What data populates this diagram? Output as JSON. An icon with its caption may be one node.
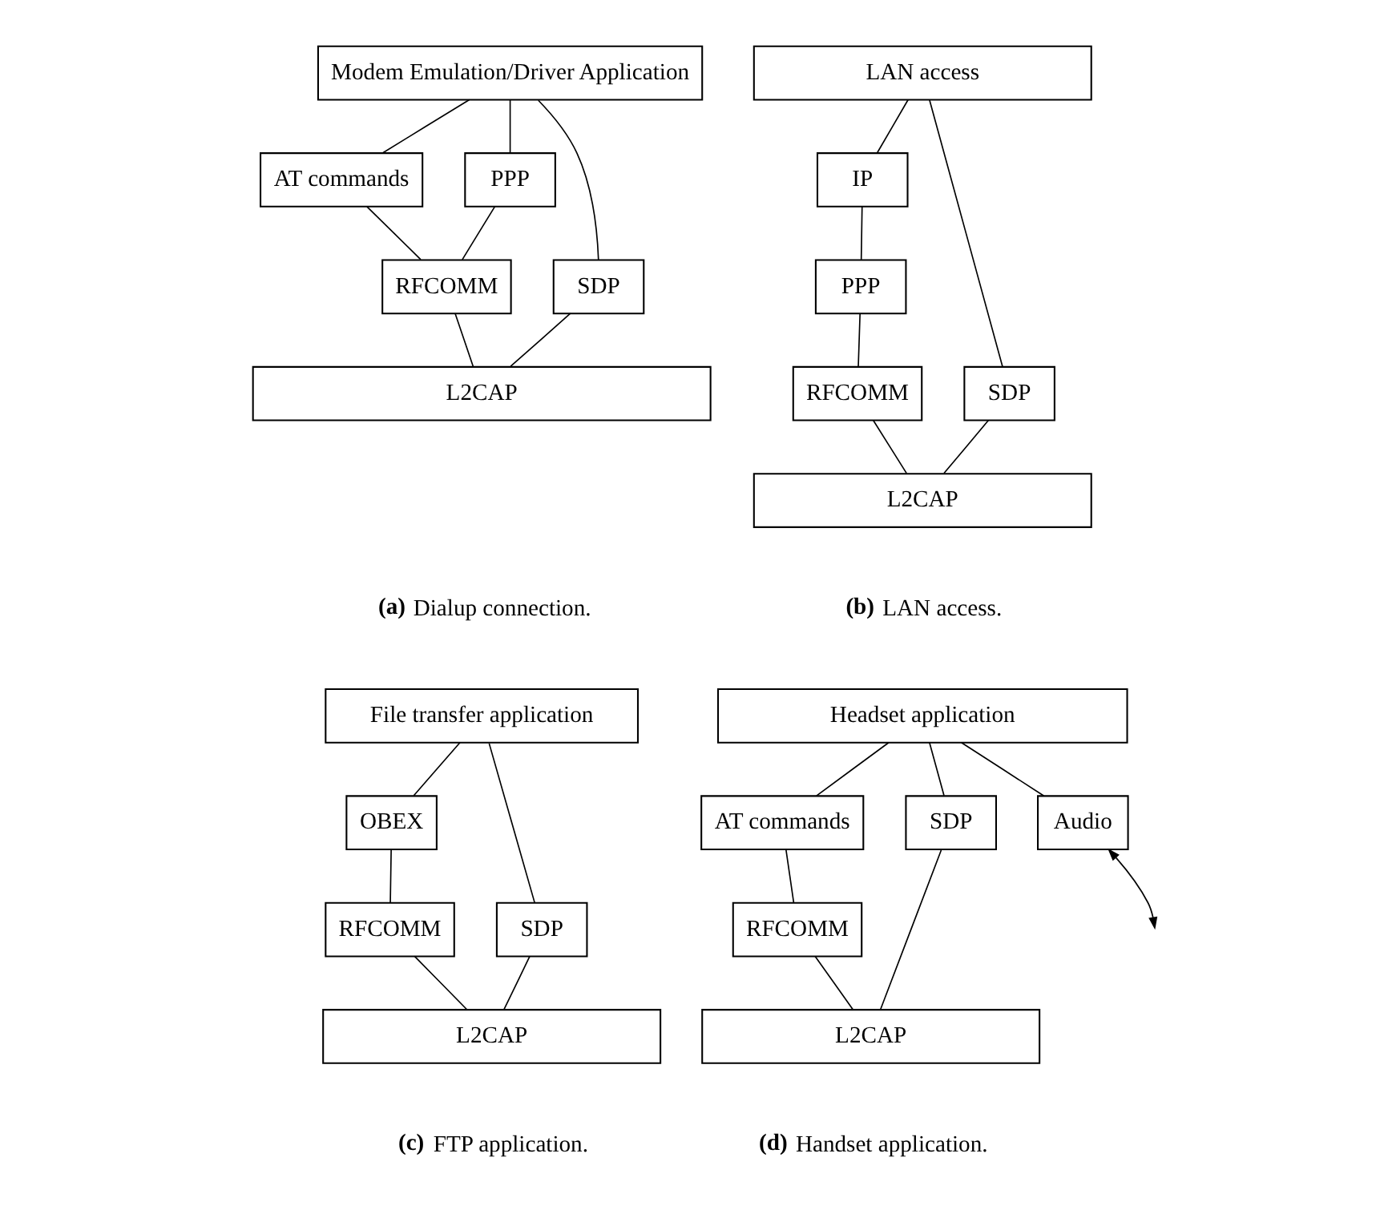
{
  "diagram": {
    "nodes": [
      {
        "text": [
          "Modem Emulation/Driver Application"
        ]
      },
      {
        "text": [
          "AT commands"
        ]
      },
      {
        "text": [
          "PPP"
        ]
      },
      {
        "text": [
          "SDP"
        ]
      },
      {
        "text": [
          "RFCOMM"
        ]
      },
      {
        "text": [
          "L2CAP"
        ]
      },
      {
        "text": [
          "LAN access"
        ]
      },
      {
        "text": [
          "IP"
        ]
      },
      {
        "text": [
          "PPP"
        ]
      },
      {
        "text": [
          "SDP"
        ]
      },
      {
        "text": [
          "RFCOMM"
        ]
      },
      {
        "text": [
          "L2CAP"
        ]
      },
      {
        "text": [
          "File transfer application"
        ]
      },
      {
        "text": [
          "OBEX"
        ]
      },
      {
        "text": [
          "SDP"
        ]
      },
      {
        "text": [
          "RFCOMM"
        ]
      },
      {
        "text": [
          "L2CAP"
        ]
      },
      {
        "text": [
          "Headset application"
        ]
      },
      {
        "text": [
          "AT commands"
        ]
      },
      {
        "text": [
          "SDP"
        ]
      },
      {
        "text": [
          "Audio"
        ]
      },
      {
        "text": [
          "RFCOMM"
        ]
      },
      {
        "text": [
          "L2CAP"
        ]
      }
    ],
    "edges": [
      {
        "from": 0,
        "to": 1,
        "arrow": "none"
      },
      {
        "from": 0,
        "to": 2,
        "arrow": "none"
      },
      {
        "from": 0,
        "to": 3,
        "arrow": "none"
      },
      {
        "from": 1,
        "to": 4,
        "arrow": "none"
      },
      {
        "from": 2,
        "to": 4,
        "arrow": "none"
      },
      {
        "from": 4,
        "to": 5,
        "arrow": "none"
      },
      {
        "from": 3,
        "to": 5,
        "arrow": "none"
      },
      {
        "from": 6,
        "to": 7,
        "arrow": "none"
      },
      {
        "from": 7,
        "to": 8,
        "arrow": "none"
      },
      {
        "from": 8,
        "to": 10,
        "arrow": "none"
      },
      {
        "from": 10,
        "to": 11,
        "arrow": "none"
      },
      {
        "from": 6,
        "to": 9,
        "arrow": "none"
      },
      {
        "from": 9,
        "to": 11,
        "arrow": "none"
      },
      {
        "from": 12,
        "to": 13,
        "arrow": "none"
      },
      {
        "from": 13,
        "to": 15,
        "arrow": "none"
      },
      {
        "from": 15,
        "to": 16,
        "arrow": "none"
      },
      {
        "from": 12,
        "to": 14,
        "arrow": "none"
      },
      {
        "from": 14,
        "to": 16,
        "arrow": "none"
      },
      {
        "from": 17,
        "to": 18,
        "arrow": "none"
      },
      {
        "from": 18,
        "to": 21,
        "arrow": "none"
      },
      {
        "from": 21,
        "to": 22,
        "arrow": "none"
      },
      {
        "from": 17,
        "to": 19,
        "arrow": "none"
      },
      {
        "from": 19,
        "to": 22,
        "arrow": "none"
      },
      {
        "from": 17,
        "to": 20,
        "arrow": "none"
      },
      {
        "from": 20,
        "to": null,
        "arrow": "both"
      }
    ],
    "labels": [
      "**(a)** Dialup connection.",
      "**(b)** LAN access.",
      "**(c)** FTP application.",
      "**(d)** Handset application."
    ]
  }
}
